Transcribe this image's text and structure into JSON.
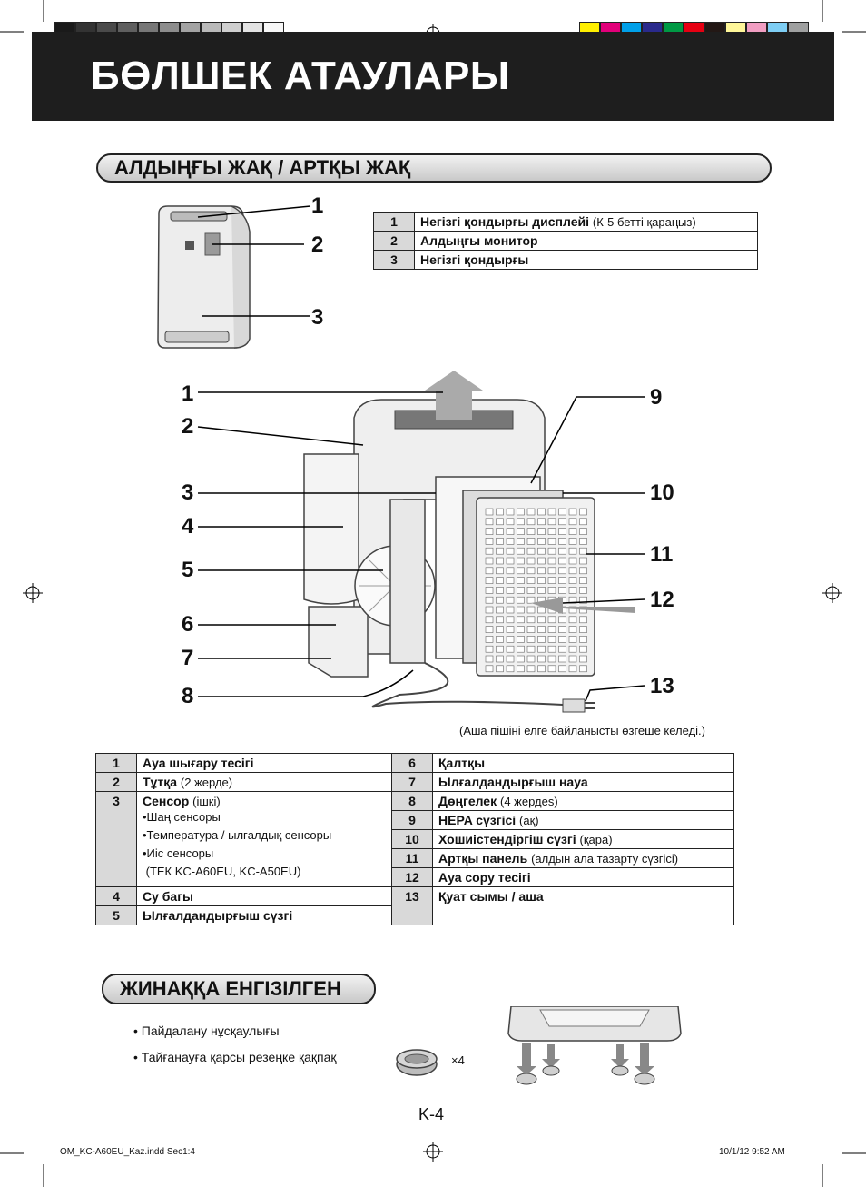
{
  "header": {
    "title": "БӨЛШЕК АТАУЛАРЫ"
  },
  "section_front_back": {
    "title": "АЛДЫҢҒЫ ЖАҚ / АРТҚЫ ЖАҚ"
  },
  "top_callouts": [
    "1",
    "2",
    "3"
  ],
  "top_table": [
    {
      "num": "1",
      "name": "Негізгі қондырғы дисплейі",
      "note": "(К-5 бетті қараңыз)"
    },
    {
      "num": "2",
      "name": "Алдыңғы монитор",
      "note": ""
    },
    {
      "num": "3",
      "name": "Негізгі қондырғы",
      "note": ""
    }
  ],
  "main_callouts_left": [
    "1",
    "2",
    "3",
    "4",
    "5",
    "6",
    "7",
    "8"
  ],
  "main_callouts_right": [
    "9",
    "10",
    "11",
    "12",
    "13"
  ],
  "plug_note": "(Аша пішіні елге байланысты өзгеше келеді.)",
  "parts": {
    "p1": {
      "num": "1",
      "name": "Ауа шығару тесігі",
      "note": ""
    },
    "p2": {
      "num": "2",
      "name": "Тұтқа",
      "note": "(2 жерде)"
    },
    "p3": {
      "num": "3",
      "name": "Сенсор",
      "note": "(ішкі)",
      "sub": [
        "•Шаң сенсоры",
        "•Температура / ылғалдық сенсоры",
        "•Иіс сенсоры",
        " (ТЕК KC-A60EU, KC-A50EU)"
      ]
    },
    "p4": {
      "num": "4",
      "name": "Су багы",
      "note": ""
    },
    "p5": {
      "num": "5",
      "name": "Ылғалдандырғыш сүзгі",
      "note": ""
    },
    "p6": {
      "num": "6",
      "name": "Қалтқы",
      "note": ""
    },
    "p7": {
      "num": "7",
      "name": "Ылғалдандырғыш науа",
      "note": ""
    },
    "p8": {
      "num": "8",
      "name": "Дөңгелек",
      "note": "(4 жердеs)"
    },
    "p9": {
      "num": "9",
      "name": "HEPA сүзгісі",
      "note": "(ақ)"
    },
    "p10": {
      "num": "10",
      "name": "Хошиістендіргіш сүзгі",
      "note": "(қара)"
    },
    "p11": {
      "num": "11",
      "name": "Артқы панель",
      "note": "(алдын ала тазарту сүзгісі)"
    },
    "p12": {
      "num": "12",
      "name": "Ауа сору тесігі",
      "note": ""
    },
    "p13": {
      "num": "13",
      "name": "Қуат сымы / аша",
      "note": ""
    }
  },
  "section_included": {
    "title": "ЖИНАҚҚА ЕНГІЗІЛГЕН"
  },
  "included_items": [
    "• Пайдалану нұсқаулығы",
    "• Тайғанауға қарсы резеңке қақпақ"
  ],
  "cap_count": "×4",
  "page_number": "K-4",
  "footer": {
    "file": "OM_KC-A60EU_Kaz.indd   Sec1:4",
    "datetime": "10/1/12   9:52 AM"
  },
  "colors": {
    "header_bg": "#1e1e1e",
    "grey_swatches": [
      "#1a1a1a",
      "#333333",
      "#4a4a4a",
      "#5f5f5f",
      "#777777",
      "#8d8d8d",
      "#a3a3a3",
      "#b9b9b9",
      "#cfcfcf",
      "#e3e3e3",
      "#f7f7f7"
    ],
    "color_swatches": [
      "#ffef00",
      "#e2007a",
      "#00a0e9",
      "#2a2a8c",
      "#009944",
      "#e60012",
      "#231815",
      "#fff799",
      "#f19ec2",
      "#7ecef4",
      "#9fa0a0"
    ]
  }
}
